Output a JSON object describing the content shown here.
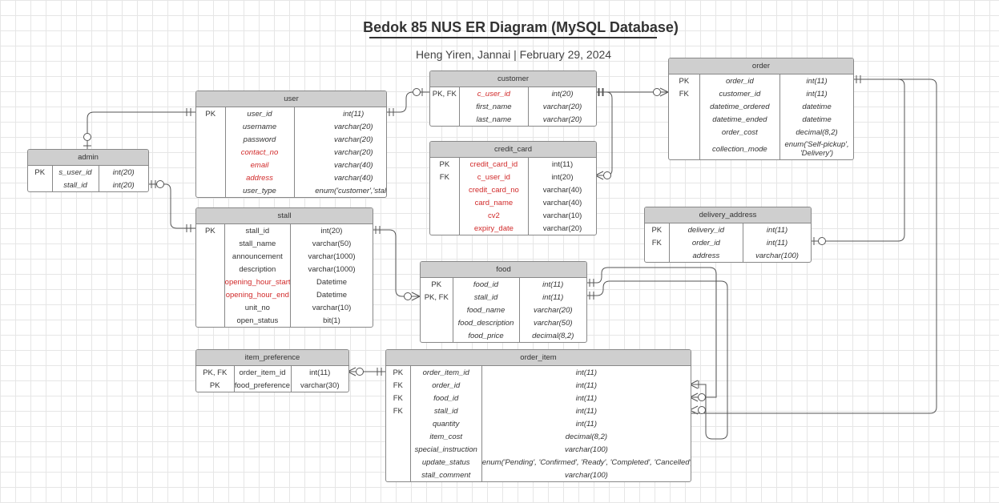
{
  "title": "Bedok 85 NUS ER Diagram (MySQL Database)",
  "subtitle": "Heng Yiren, Jannai  |  February 29, 2024",
  "tables": {
    "user": {
      "name": "user",
      "rows": [
        {
          "key": "PK",
          "field": "user_id",
          "type": "int(11)"
        },
        {
          "key": "",
          "field": "username",
          "type": "varchar(20)"
        },
        {
          "key": "",
          "field": "password",
          "type": "varchar(20)"
        },
        {
          "key": "",
          "field": "contact_no",
          "type": "varchar(20)",
          "highlight": true
        },
        {
          "key": "",
          "field": "email",
          "type": "varchar(40)",
          "highlight": true
        },
        {
          "key": "",
          "field": "address",
          "type": "varchar(40)",
          "highlight": true
        },
        {
          "key": "",
          "field": "user_type",
          "type": "enum('customer','stall')"
        }
      ]
    },
    "admin": {
      "name": "admin",
      "rows": [
        {
          "key": "PK",
          "field": "s_user_id",
          "type": "int(20)"
        },
        {
          "key": "",
          "field": "stall_id",
          "type": "int(20)"
        }
      ]
    },
    "customer": {
      "name": "customer",
      "rows": [
        {
          "key": "PK, FK",
          "field": "c_user_id",
          "type": "int(20)",
          "highlight": true
        },
        {
          "key": "",
          "field": "first_name",
          "type": "varchar(20)"
        },
        {
          "key": "",
          "field": "last_name",
          "type": "varchar(20)"
        }
      ]
    },
    "credit_card": {
      "name": "credit_card",
      "rows": [
        {
          "key": "PK",
          "field": "credit_card_id",
          "type": "int(11)",
          "highlight": true
        },
        {
          "key": "FK",
          "field": "c_user_id",
          "type": "int(20)",
          "highlight": true
        },
        {
          "key": "",
          "field": "credit_card_no",
          "type": "varchar(40)",
          "highlight": true
        },
        {
          "key": "",
          "field": "card_name",
          "type": "varchar(40)",
          "highlight": true
        },
        {
          "key": "",
          "field": "cv2",
          "type": "varchar(10)",
          "highlight": true
        },
        {
          "key": "",
          "field": "expiry_date",
          "type": "varchar(20)",
          "highlight": true
        }
      ]
    },
    "order": {
      "name": "order",
      "rows": [
        {
          "key": "PK",
          "field": "order_id",
          "type": "int(11)"
        },
        {
          "key": "FK",
          "field": "customer_id",
          "type": "int(11)"
        },
        {
          "key": "",
          "field": "datetime_ordered",
          "type": "datetime"
        },
        {
          "key": "",
          "field": "datetime_ended",
          "type": "datetime"
        },
        {
          "key": "",
          "field": "order_cost",
          "type": "decimal(8,2)"
        },
        {
          "key": "",
          "field": "collection_mode",
          "type": "enum('Self-pickup', 'Delivery')",
          "tall": true
        }
      ]
    },
    "delivery_address": {
      "name": "delivery_address",
      "rows": [
        {
          "key": "PK",
          "field": "delivery_id",
          "type": "int(11)"
        },
        {
          "key": "FK",
          "field": "order_id",
          "type": "int(11)"
        },
        {
          "key": "",
          "field": "address",
          "type": "varchar(100)"
        }
      ]
    },
    "stall": {
      "name": "stall",
      "rows": [
        {
          "key": "PK",
          "field": "stall_id",
          "type": "int(20)"
        },
        {
          "key": "",
          "field": "stall_name",
          "type": "varchar(50)"
        },
        {
          "key": "",
          "field": "announcement",
          "type": "varchar(1000)"
        },
        {
          "key": "",
          "field": "description",
          "type": "varchar(1000)"
        },
        {
          "key": "",
          "field": "opening_hour_start",
          "type": "Datetime",
          "highlight": true
        },
        {
          "key": "",
          "field": "opening_hour_end",
          "type": "Datetime",
          "highlight": true
        },
        {
          "key": "",
          "field": "unit_no",
          "type": "varchar(10)"
        },
        {
          "key": "",
          "field": "open_status",
          "type": "bit(1)"
        }
      ]
    },
    "food": {
      "name": "food",
      "rows": [
        {
          "key": "PK",
          "field": "food_id",
          "type": "int(11)"
        },
        {
          "key": "PK, FK",
          "field": "stall_id",
          "type": "int(11)"
        },
        {
          "key": "",
          "field": "food_name",
          "type": "varchar(20)"
        },
        {
          "key": "",
          "field": "food_description",
          "type": "varchar(50)"
        },
        {
          "key": "",
          "field": "food_price",
          "type": "decimal(8,2)"
        }
      ]
    },
    "item_preference": {
      "name": "item_preference",
      "rows": [
        {
          "key": "PK, FK",
          "field": "order_item_id",
          "type": "int(11)"
        },
        {
          "key": "PK",
          "field": "food_preference",
          "type": "varchar(30)"
        }
      ]
    },
    "order_item": {
      "name": "order_item",
      "rows": [
        {
          "key": "PK",
          "field": "order_item_id",
          "type": "int(11)"
        },
        {
          "key": "FK",
          "field": "order_id",
          "type": "int(11)"
        },
        {
          "key": "FK",
          "field": "food_id",
          "type": "int(11)"
        },
        {
          "key": "FK",
          "field": "stall_id",
          "type": "int(11)"
        },
        {
          "key": "",
          "field": "quantity",
          "type": "int(11)"
        },
        {
          "key": "",
          "field": "item_cost",
          "type": "decimal(8,2)"
        },
        {
          "key": "",
          "field": "special_instruction",
          "type": "varchar(100)"
        },
        {
          "key": "",
          "field": "update_status",
          "type": "enum('Pending', 'Confirmed', 'Ready', 'Completed', 'Cancelled')"
        },
        {
          "key": "",
          "field": "stall_comment",
          "type": "varchar(100)"
        }
      ]
    }
  },
  "colors": {
    "header_bg": "#cfcfcf",
    "border": "#888888",
    "highlight_text": "#d12a2a",
    "grid": "#e6e6e6"
  }
}
